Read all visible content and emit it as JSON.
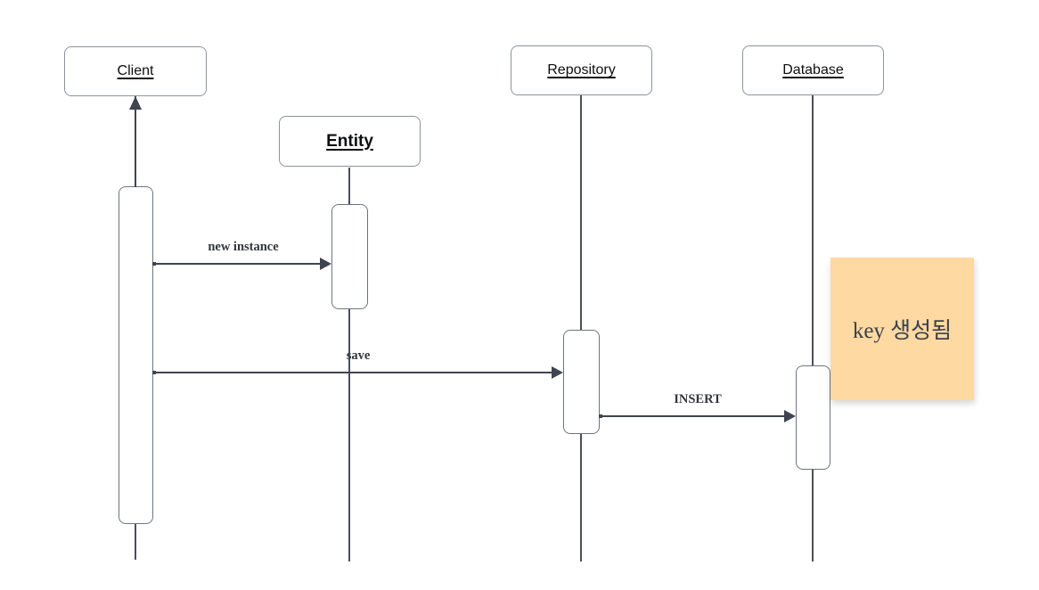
{
  "diagram": {
    "type": "uml-sequence-diagram",
    "colors": {
      "line": "#4a4f59",
      "arrow": "#3f4450",
      "box_border": "#8d939b",
      "bar_border": "#6e747f",
      "label": "#33363d",
      "note_bg": "#ffd9a2",
      "note_text": "#3b414d"
    },
    "actors": [
      {
        "label": "Client"
      },
      {
        "label": "Entity"
      },
      {
        "label": "Repository"
      },
      {
        "label": "Database"
      }
    ],
    "messages": [
      {
        "label": "new instance",
        "from": "Client",
        "to": "Entity"
      },
      {
        "label": "save",
        "from": "Client",
        "to": "Repository"
      },
      {
        "label": "INSERT",
        "from": "Repository",
        "to": "Database"
      }
    ],
    "return_arrow": {
      "from": "Client activation",
      "to": "Client",
      "direction": "up",
      "label": ""
    },
    "note": {
      "text": "key 생성됨"
    }
  }
}
